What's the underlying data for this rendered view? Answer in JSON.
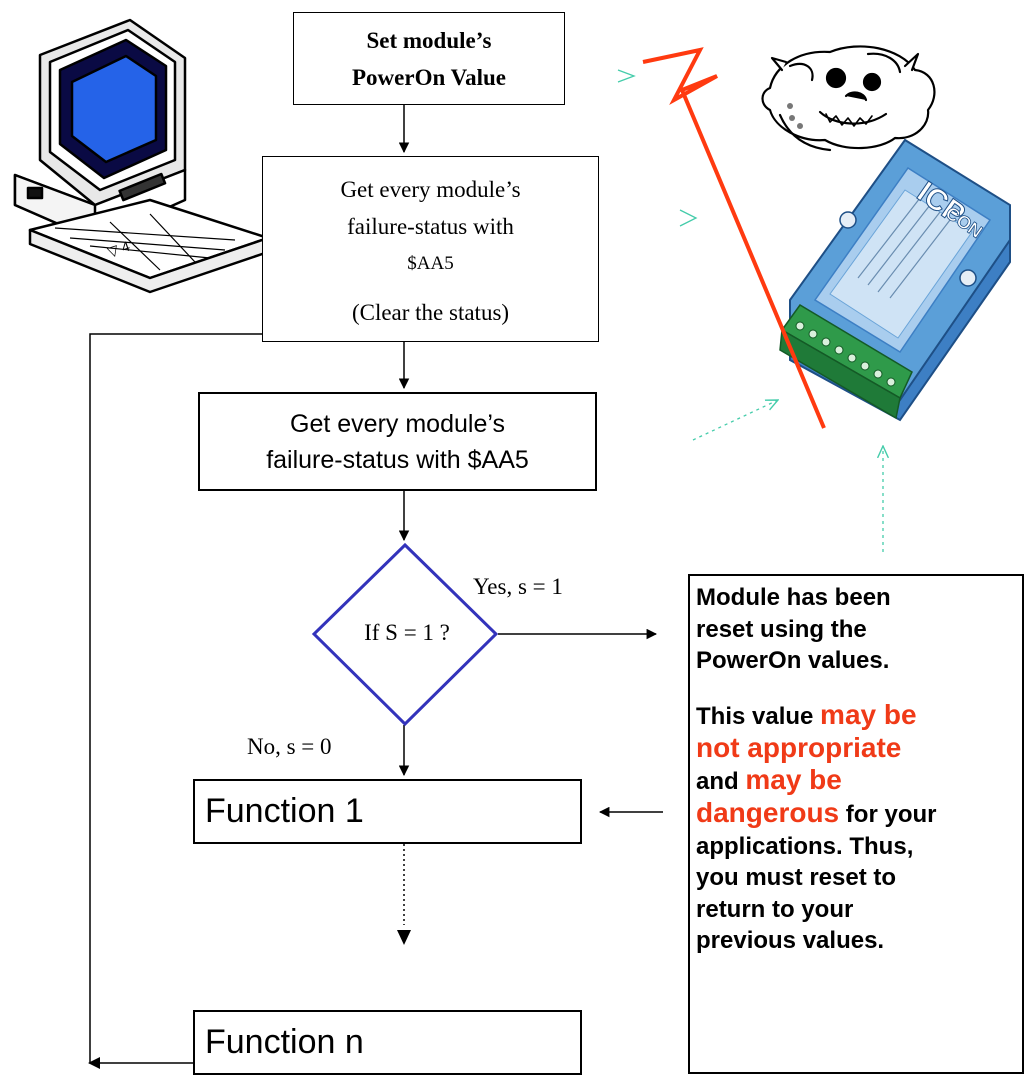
{
  "flow": {
    "set_poweron": [
      "Set module’s",
      "PowerOn Value"
    ],
    "get_status_clear": {
      "lines": [
        "Get every module’s",
        "failure-status with",
        "$AA5"
      ],
      "note": "(Clear the status)"
    },
    "get_status": [
      "Get every module’s",
      "failure-status with $AA5"
    ],
    "decision": "If S = 1 ?",
    "yes_label": "Yes, s = 1",
    "no_label": "No, s = 0",
    "function_1": "Function 1",
    "function_n": "Function n"
  },
  "note": {
    "p1": [
      "Module has been",
      "reset using the",
      "PowerOn values."
    ],
    "p2_line1_a": "This value ",
    "p2_line1_b": "may be",
    "p2_line2": "not appropriate",
    "p2_line3_a": "and ",
    "p2_line3_b": "may be",
    "p2_line4_a": "dangerous",
    "p2_line4_b": " for your",
    "p2_rest": [
      "applications. Thus,",
      "you must reset to",
      "return to your",
      "previous values."
    ]
  },
  "device": {
    "brand": "ICP CON"
  },
  "colors": {
    "decision_border": "#3333bb",
    "warning_red": "#f03a17",
    "lightning": "#ff3a10",
    "arrow_green": "#44ccaa",
    "module_blue": "#5b9fd8",
    "terminal_green": "#2f9a4a"
  },
  "icons": [
    "computer-icon",
    "bulldog-icon",
    "io-module-icon",
    "lightning-icon"
  ]
}
